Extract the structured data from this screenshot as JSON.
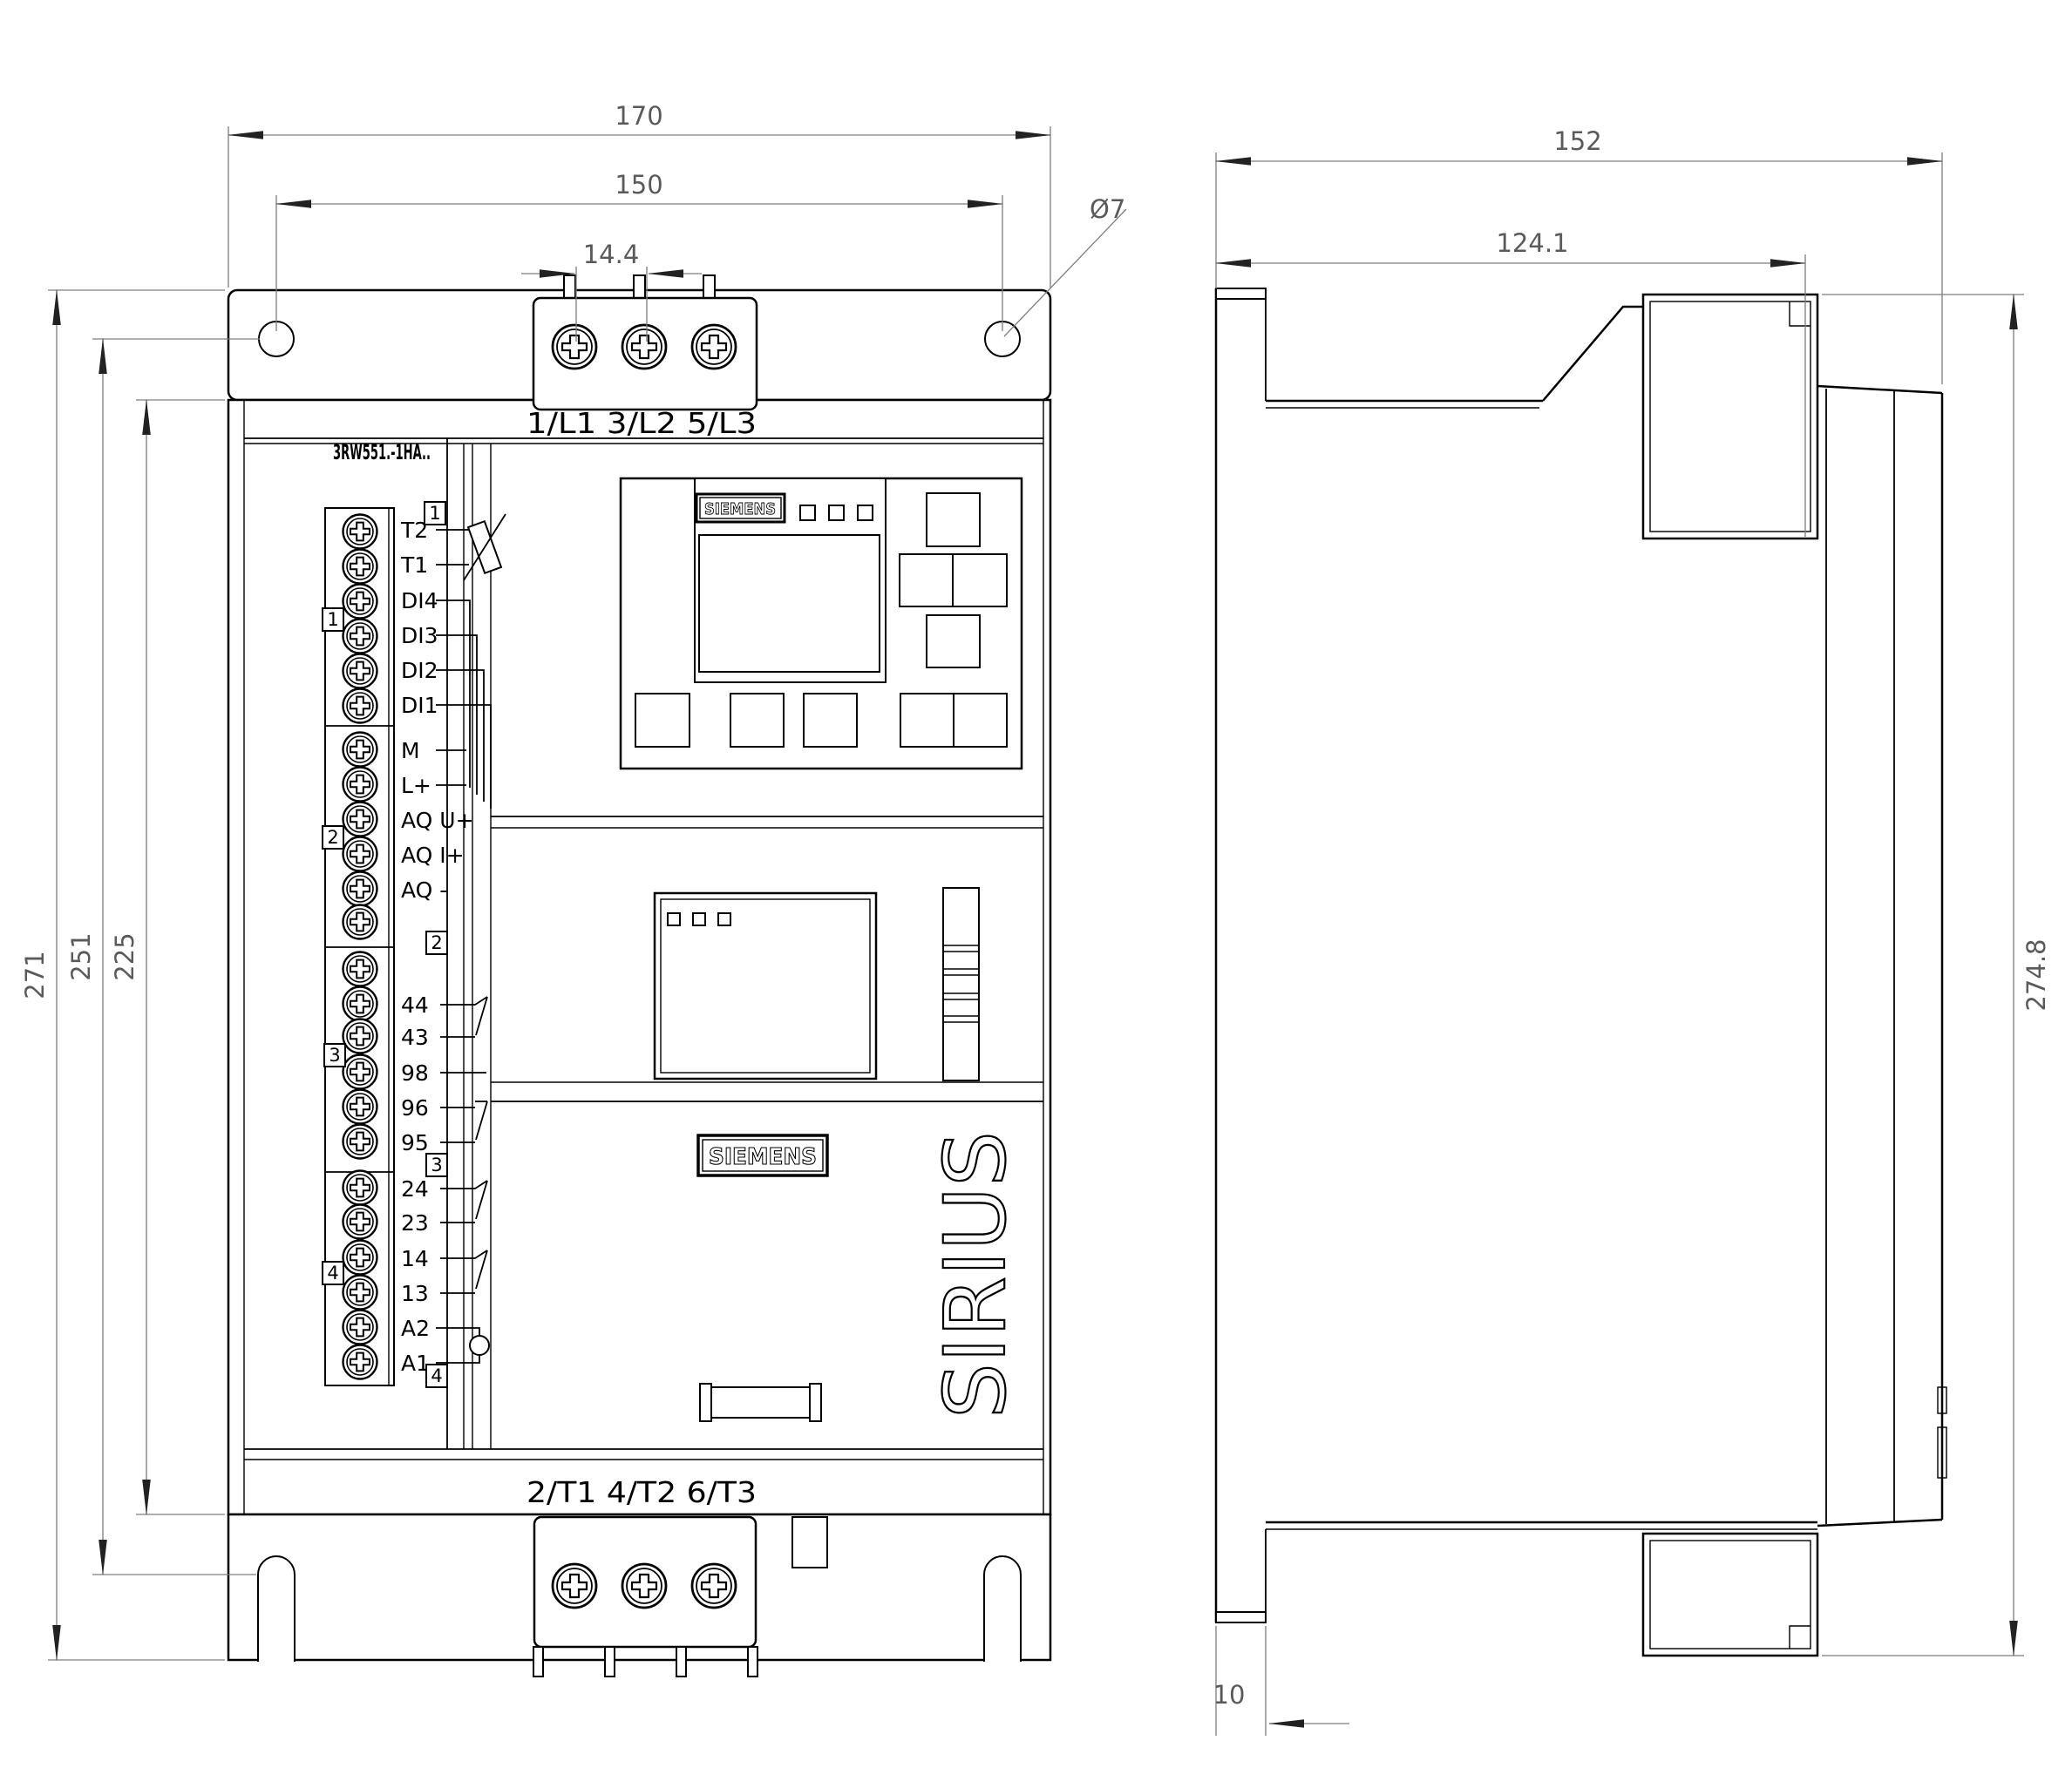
{
  "front_view": {
    "product_code": "3RW551.-1HA..",
    "brand_logo_top": "SIEMENS",
    "brand_logo_bottom": "SIEMENS",
    "series_vertical": "SIRIUS",
    "line_terminals_label": "1/L1 3/L2 5/L3",
    "load_terminals_label": "2/T1 4/T2 6/T3",
    "terminal_labels": [
      "T2",
      "T1",
      "DI4",
      "DI3",
      "DI2",
      "DI1",
      "M",
      "L+",
      "AQ U+",
      "AQ I+",
      "AQ -",
      "44",
      "43",
      "98",
      "96",
      "95",
      "24",
      "23",
      "14",
      "13",
      "A2",
      "A1"
    ],
    "connector_markers_left": [
      "1",
      "2",
      "3",
      "4"
    ],
    "connector_markers_right": [
      "1",
      "2",
      "3",
      "4"
    ]
  },
  "dimensions": {
    "front": {
      "total_width": "170",
      "mounting_hole_spacing": "150",
      "terminal_pitch": "14.4",
      "mounting_hole_diameter": "Ø7",
      "total_height": "271",
      "mounting_hole_vertical_spacing": "251",
      "body_height": "225"
    },
    "side": {
      "total_depth": "152",
      "cover_depth": "124.1",
      "total_height": "274.8",
      "din_rail_hook_depth": "10"
    }
  },
  "icons": {
    "screw": "phillips-screw-icon",
    "thermistor": "thermistor-symbol-icon",
    "coil": "relay-coil-symbol-icon"
  }
}
